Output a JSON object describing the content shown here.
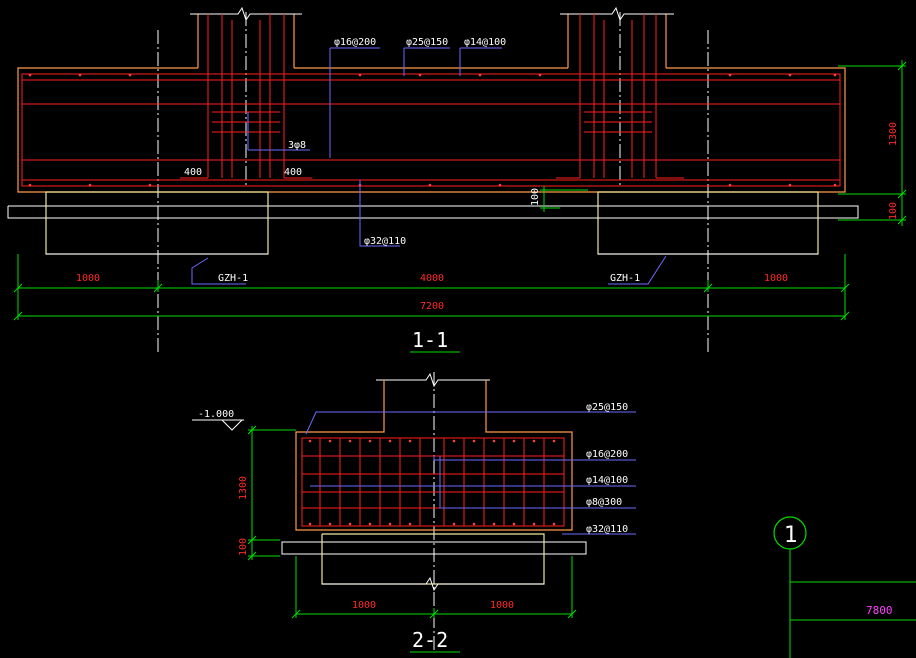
{
  "colors": {
    "background": "#000000",
    "outline": "#ffffff",
    "concrete": "#ff9a4a",
    "rebar": "#ff2020",
    "pile": "#f0e6a0",
    "leader": "#6a6aff",
    "dimension": "#00dd00",
    "axis": "#ffffff",
    "grid_bubble": "#00dd00",
    "dim_text": "#ff2a2a",
    "axis_dim_text": "#ff40ff"
  },
  "section_1_1": {
    "title": "1-1",
    "rebar_labels": {
      "top_a": "φ16@200",
      "top_b": "φ25@150",
      "top_c": "φ14@100",
      "stirrup": "3φ8",
      "bottom": "φ32@110"
    },
    "small_dims": {
      "left_anchor": "400",
      "right_anchor": "400",
      "cushion": "100"
    },
    "pile_caps": [
      "GZH-1",
      "GZH-1"
    ],
    "dims_bottom": [
      "1000",
      "4000",
      "1000"
    ],
    "total_dim": "7200",
    "dims_right": [
      "1300",
      "100"
    ]
  },
  "section_2_2": {
    "title": "2-2",
    "elevation": "-1.000",
    "rebar_labels": [
      "φ25@150",
      "φ16@200",
      "φ14@100",
      "φ8@300",
      "φ32@110"
    ],
    "dims_left": [
      "1300",
      "100"
    ],
    "dims_bottom": [
      "1000",
      "1000"
    ]
  },
  "grid_axis": {
    "label": "1",
    "dim": "7800"
  }
}
